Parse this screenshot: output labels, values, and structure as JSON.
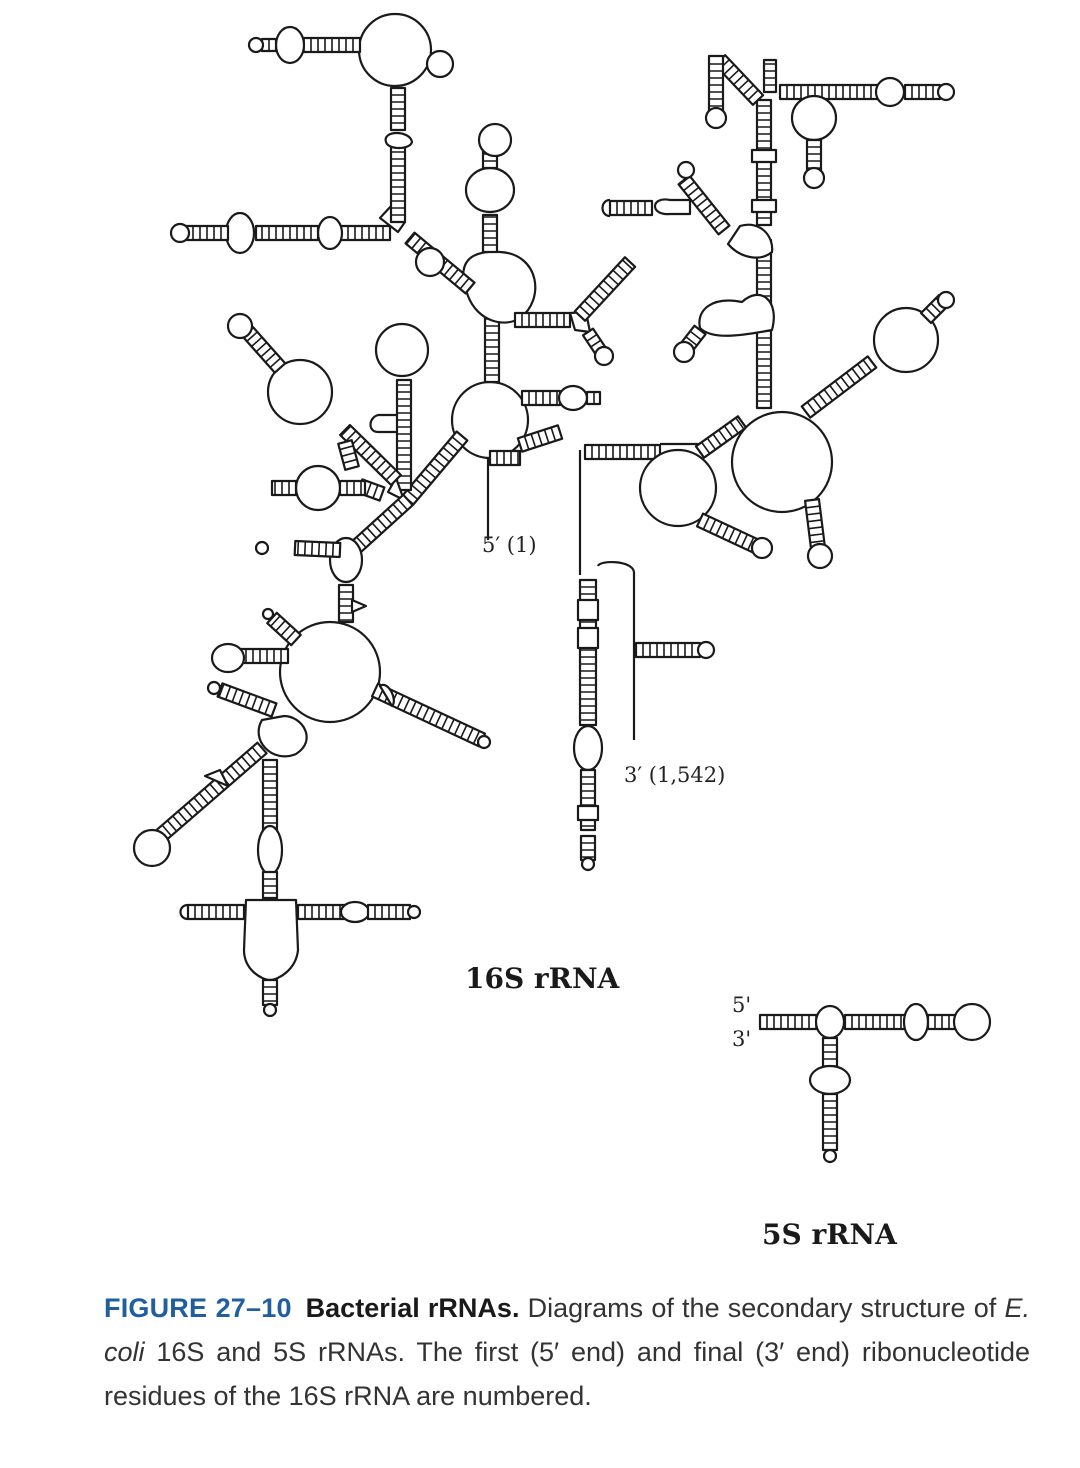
{
  "diagram": {
    "rna16s": {
      "title": "16S rRNA",
      "five_prime_label": "5′ (1)",
      "three_prime_label": "3′ (1,542)"
    },
    "rna5s": {
      "title": "5S rRNA",
      "five_prime_mark": "5'",
      "three_prime_mark": "3'"
    }
  },
  "caption": {
    "label": "FIGURE 27–10",
    "title": "Bacterial rRNAs.",
    "text_1": "Diagrams of the secondary structure of",
    "species": "E. coli",
    "text_2": "16S and 5S rRNAs. The first (5′ end) and final (3′ end) ribonucleotide residues of the 16S rRNA are numbered."
  },
  "colors": {
    "line": "#1a1a1a",
    "caption_label": "#1f5fa0",
    "caption_text": "#333333"
  }
}
